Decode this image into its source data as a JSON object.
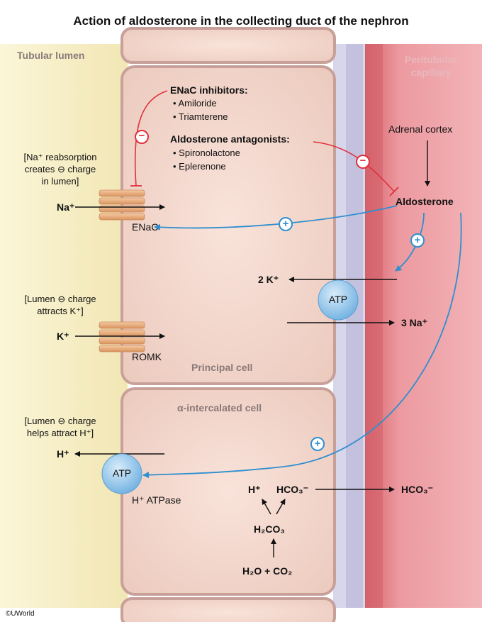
{
  "title": "Action of aldosterone in the collecting duct of the nephron",
  "regions": {
    "lumen": "Tubular lumen",
    "capillary_line1": "Peritubular",
    "capillary_line2": "capillary",
    "principal_cell": "Principal cell",
    "intercalated_cell": "α-intercalated cell"
  },
  "enac_inhibitors": {
    "heading": "ENaC inhibitors:",
    "items": [
      "• Amiloride",
      "• Triamterene"
    ]
  },
  "aldo_antagonists": {
    "heading": "Aldosterone antagonists:",
    "items": [
      "• Spironolactone",
      "• Eplerenone"
    ]
  },
  "adrenal_cortex": "Adrenal cortex",
  "aldosterone": "Aldosterone",
  "notes": {
    "na_line1": "[Na⁺ reabsorption",
    "na_line2": "creates ⊖ charge",
    "na_line3": "in lumen]",
    "k_line1": "[Lumen ⊖ charge",
    "k_line2": "attracts K⁺]",
    "h_line1": "[Lumen ⊖ charge",
    "h_line2": "helps attract H⁺]"
  },
  "ions": {
    "na": "Na⁺",
    "k": "K⁺",
    "h": "H⁺",
    "two_k": "2 K⁺",
    "three_na": "3 Na⁺",
    "h_cell": "H⁺",
    "hco3_cell": "HCO₃⁻",
    "hco3_out": "HCO₃⁻",
    "h2co3": "H₂CO₃",
    "h2o_co2": "H₂O + CO₂"
  },
  "channels": {
    "enac": "ENaC",
    "romk": "ROMK",
    "h_atpase": "H⁺ ATPase"
  },
  "atp": "ATP",
  "signs": {
    "plus": "+",
    "minus": "−"
  },
  "copyright": "©UWorld",
  "colors": {
    "lumen": "#f8f1c8",
    "cell": "#f1d5cb",
    "cell_border": "#c7a09a",
    "interstitium": "#d7d5ea",
    "capillary": "#e8878e",
    "stimulate": "#2f8fcf",
    "inhibit": "#e0303c",
    "channel": "#e6a474",
    "atp": "#8ec5ec"
  }
}
